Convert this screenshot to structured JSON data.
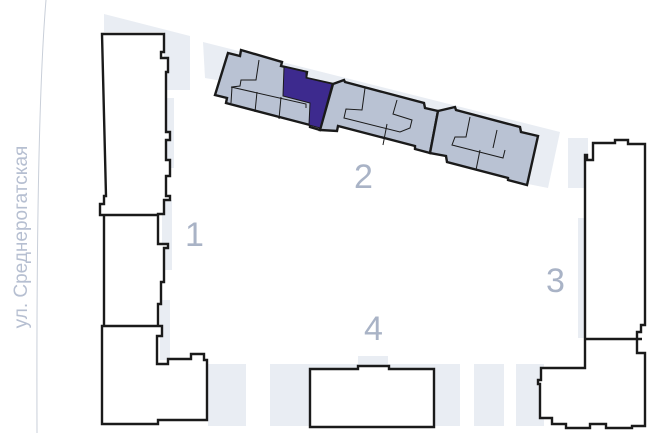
{
  "street_label": "ул. Среднерогатская",
  "buildings": [
    {
      "number": "1"
    },
    {
      "number": "2",
      "selected_apartment_color": "#3d2a8e"
    },
    {
      "number": "3"
    },
    {
      "number": "4"
    }
  ],
  "colors": {
    "apartment": "#b9c2d3",
    "selected": "#3d2a8e",
    "label": "#a9b3c6",
    "band": "#e9edf3"
  }
}
